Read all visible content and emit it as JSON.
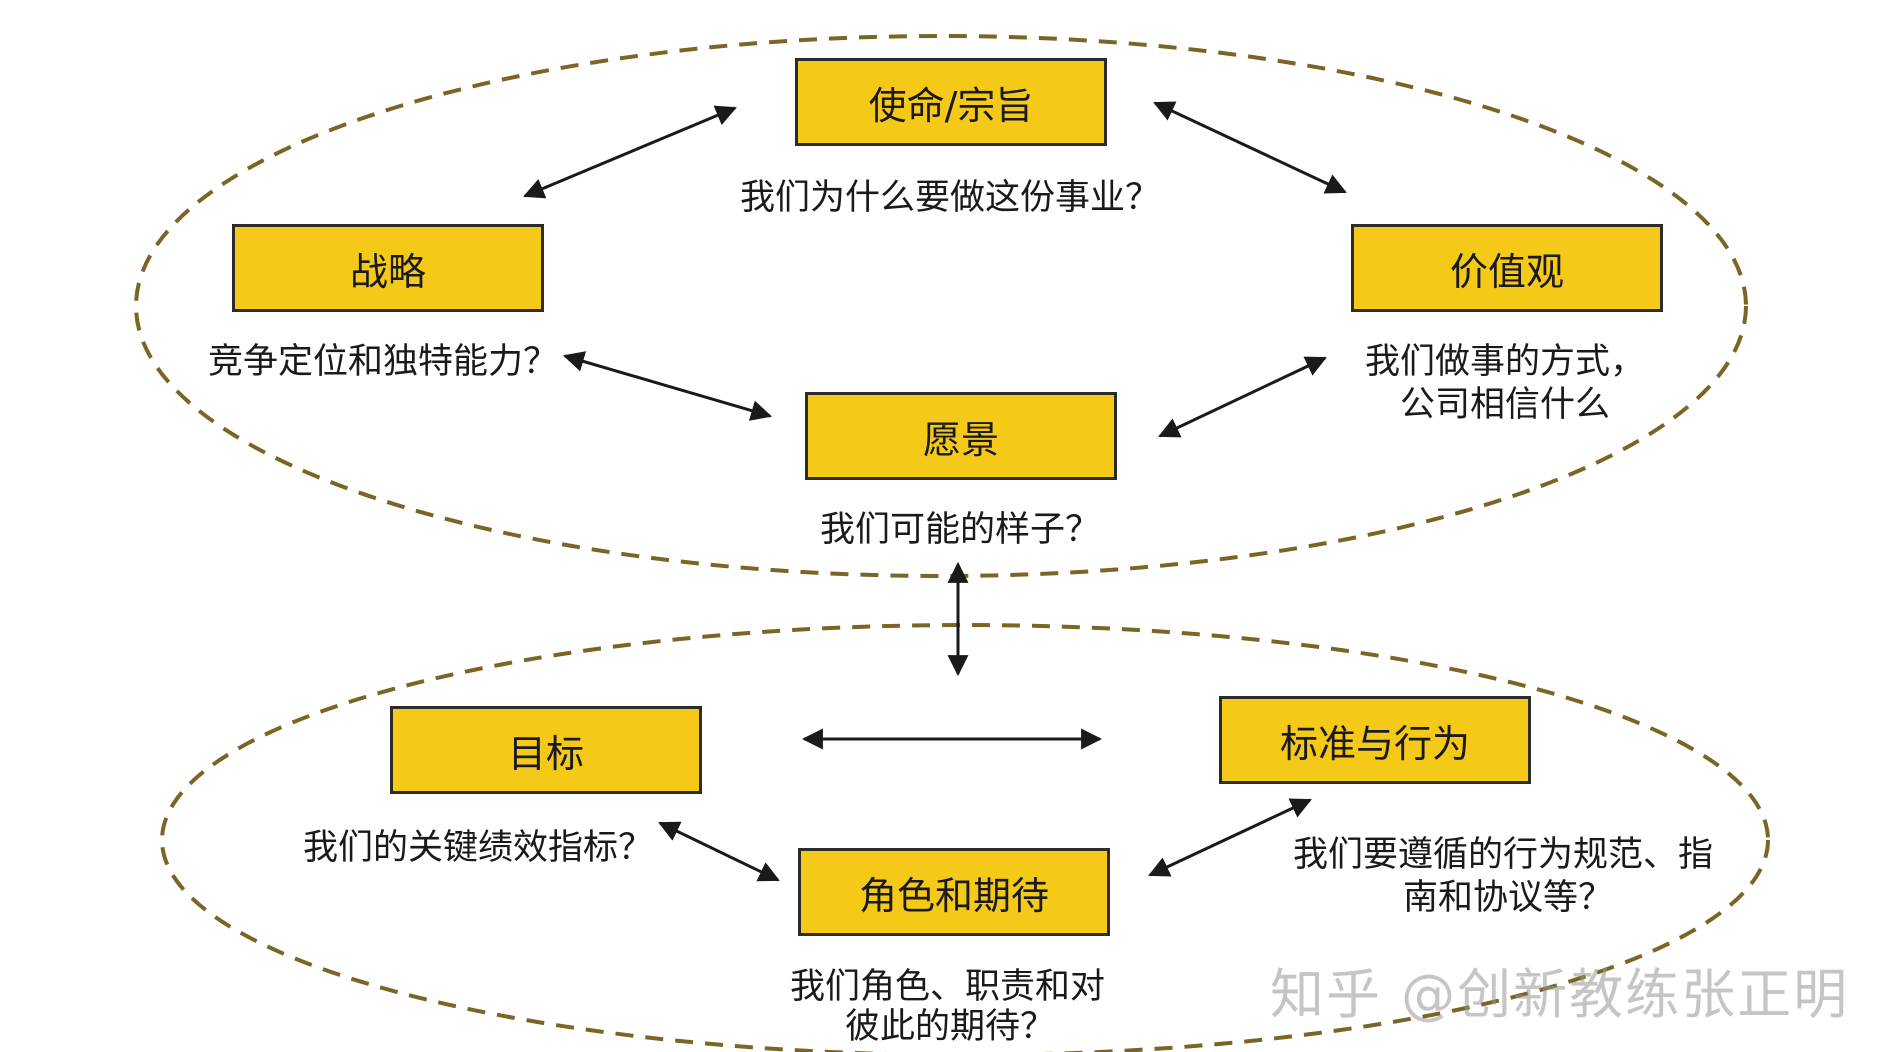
{
  "colors": {
    "box_fill": "#f5c918",
    "box_border": "#2b2b2b",
    "ellipse": "#7a6524",
    "arrow": "#1a1a1a"
  },
  "top": {
    "mission": {
      "label": "使命/宗旨",
      "caption": "我们为什么要做这份事业？"
    },
    "strategy": {
      "label": "战略",
      "caption": "竞争定位和独特能力？"
    },
    "values": {
      "label": "价值观",
      "caption_line1": "我们做事的方式，",
      "caption_line2": "公司相信什么"
    },
    "vision": {
      "label": "愿景",
      "caption": "我们可能的样子？"
    }
  },
  "bottom": {
    "goals": {
      "label": "目标",
      "caption": "我们的关键绩效指标？"
    },
    "standards": {
      "label": "标准与行为",
      "caption_line1": "我们要遵循的行为规范、指",
      "caption_line2": "南和协议等？"
    },
    "roles": {
      "label": "角色和期待",
      "caption_line1": "我们角色、职责和对",
      "caption_line2": "彼此的期待？"
    }
  },
  "watermark": "知乎 @创新教练张正明"
}
